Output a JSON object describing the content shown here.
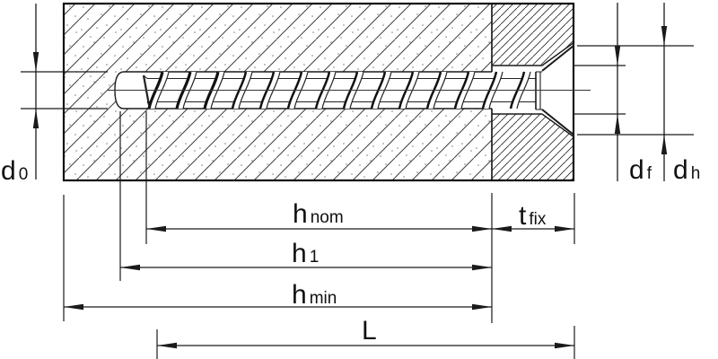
{
  "diagram": {
    "title": "Concrete screw anchor installation cross-section",
    "labels": {
      "d0": {
        "main": "d",
        "sub": "0"
      },
      "hnom": {
        "main": "h",
        "sub": "nom"
      },
      "tfix": {
        "main": "t",
        "sub": "fix"
      },
      "h1": {
        "main": "h",
        "sub": "1"
      },
      "hmin": {
        "main": "h",
        "sub": "min"
      },
      "L": {
        "main": "L",
        "sub": ""
      },
      "df": {
        "main": "d",
        "sub": "f"
      },
      "dh": {
        "main": "d",
        "sub": "h"
      }
    },
    "colors": {
      "line": "#1a1a1a",
      "background": "#ffffff",
      "concrete_hatch": "#3f3f3f",
      "steel_hatch": "#2e2e2e",
      "concrete_dots": "#808080"
    }
  }
}
